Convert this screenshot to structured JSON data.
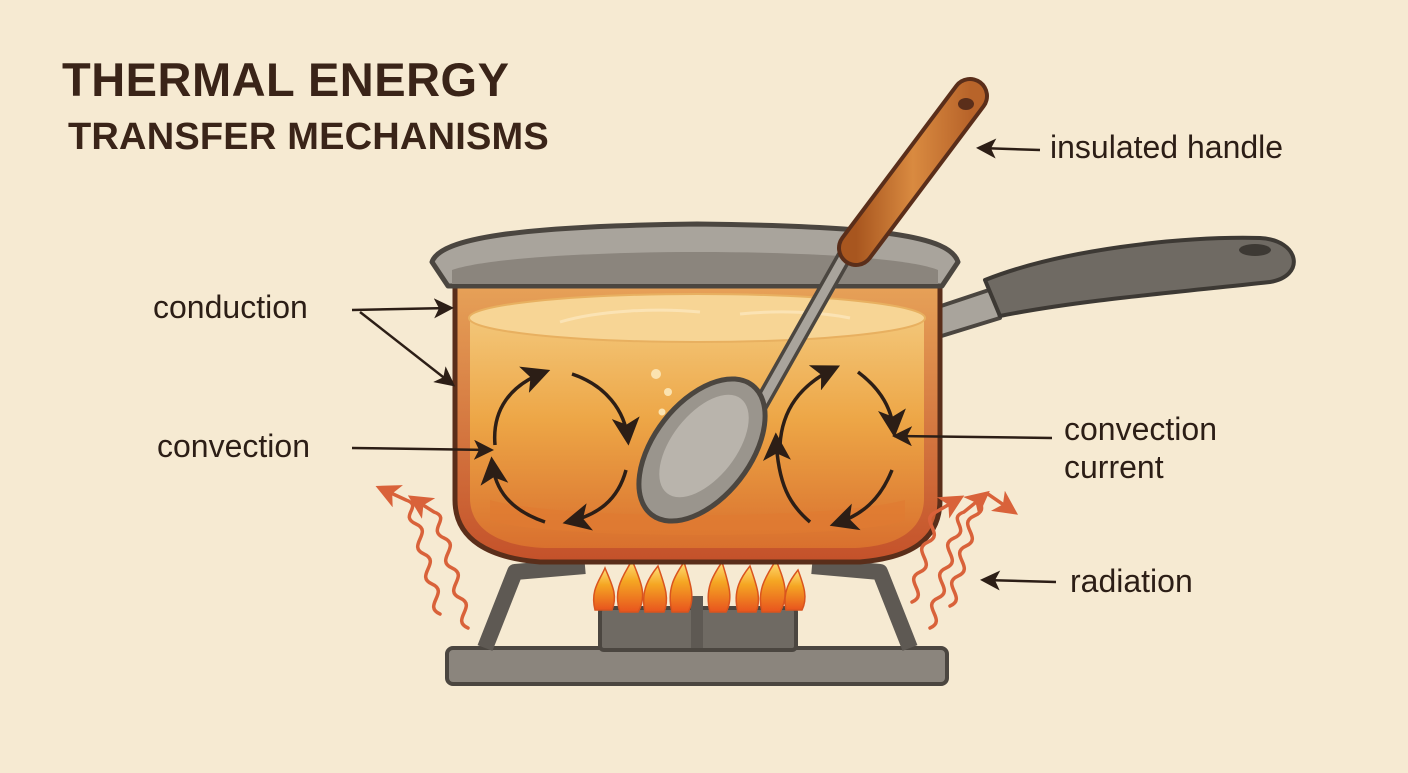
{
  "title": {
    "line1": "THERMAL ENERGY",
    "line2": "TRANSFER MECHANISMS"
  },
  "labels": {
    "insulated_handle": "insulated handle",
    "conduction": "conduction",
    "convection": "convection",
    "convection_current": [
      "convection",
      "current"
    ],
    "radiation": "radiation"
  },
  "colors": {
    "background": "#f6ead2",
    "title": "#3a2418",
    "liquid": "#eda646",
    "pot_rim": "#9a958d",
    "flame": "#f5a623",
    "radiation_wave": "#d9623a",
    "handle_wood": "#c9722e",
    "grate": "#6f6a63"
  }
}
